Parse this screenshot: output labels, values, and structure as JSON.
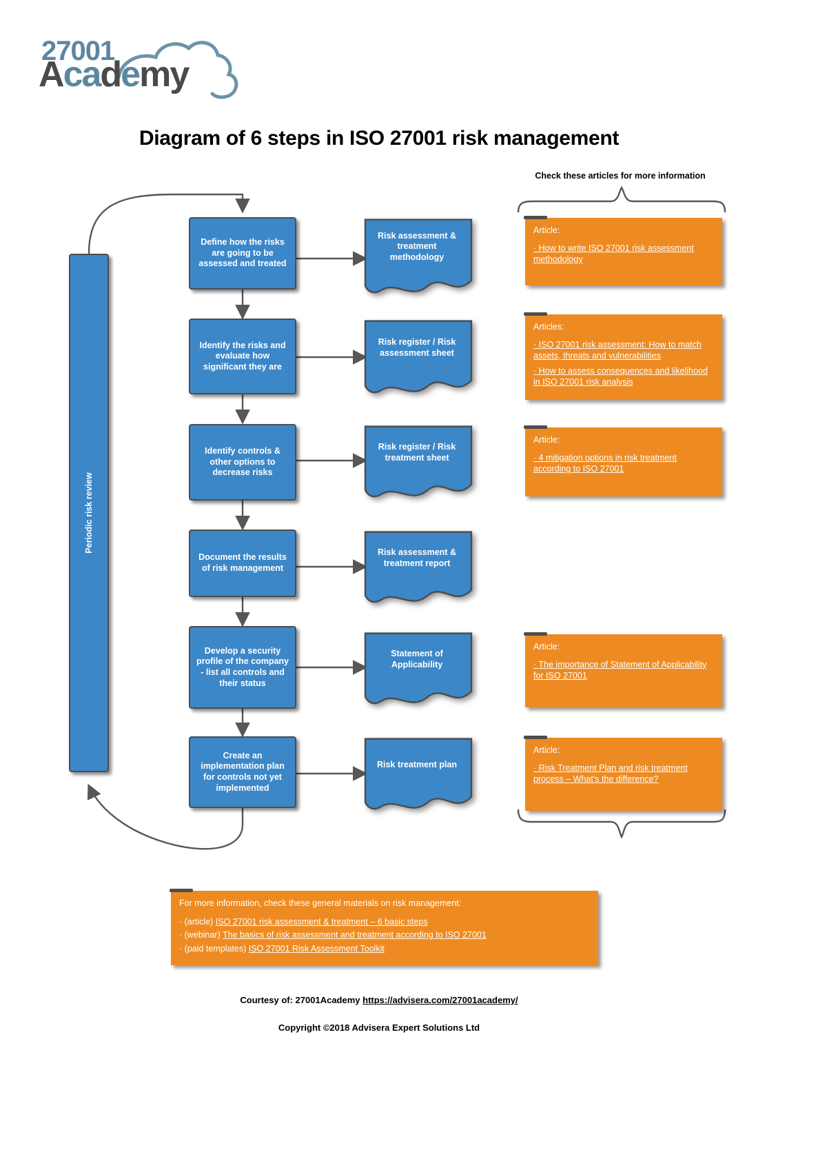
{
  "logo": {
    "top_text": "27001",
    "bottom_text": "Academy",
    "icon": "cloud-icon"
  },
  "title": "Diagram of 6 steps in ISO 27001 risk management",
  "articles_caption": "Check these articles for more information",
  "periodic_bar": {
    "label": "Periodic risk review"
  },
  "steps": [
    {
      "id": "step-1",
      "label": "Define how the risks are going to be assessed and treated"
    },
    {
      "id": "step-2",
      "label": "Identify the risks and evaluate how significant they are"
    },
    {
      "id": "step-3",
      "label": "Identify controls & other options to decrease risks"
    },
    {
      "id": "step-4",
      "label": "Document the results of risk management"
    },
    {
      "id": "step-5",
      "label": "Develop a security profile of the company - list all controls and their status"
    },
    {
      "id": "step-6",
      "label": "Create an implementation plan for controls not yet implemented"
    }
  ],
  "outputs": [
    {
      "id": "output-1",
      "label": "Risk assessment & treatment methodology"
    },
    {
      "id": "output-2",
      "label": "Risk register / Risk assessment sheet"
    },
    {
      "id": "output-3",
      "label": "Risk register / Risk treatment sheet"
    },
    {
      "id": "output-4",
      "label": "Risk assessment & treatment report"
    },
    {
      "id": "output-5",
      "label": "Statement of Applicability"
    },
    {
      "id": "output-6",
      "label": "Risk treatment plan"
    }
  ],
  "article_cards": [
    {
      "id": "article-card-1",
      "heading": "Article:",
      "links": [
        "· How to write ISO 27001 risk assessment methodology"
      ]
    },
    {
      "id": "article-card-2",
      "heading": "Articles:",
      "links": [
        "· ISO 27001 risk assessment: How to match assets, threats and vulnerabilities",
        "·  How to assess  consequences and likelihood in ISO 27001 risk analysis"
      ]
    },
    {
      "id": "article-card-3",
      "heading": "Article:",
      "links": [
        "· 4 mitigation options in risk treatment according to ISO 27001"
      ]
    },
    {
      "id": "article-card-4",
      "heading": "Article:",
      "links": [
        "· The importance of Statement of Applicability for ISO 27001"
      ]
    },
    {
      "id": "article-card-5",
      "heading": "Article:",
      "links": [
        "· Risk Treatment Plan and risk treatment process – What's the difference?"
      ]
    }
  ],
  "general_box": {
    "heading": "For more information, check these general materials on risk management:",
    "rows": [
      {
        "prefix": "· (article) ",
        "link": "ISO 27001 risk assessment & treatment – 6 basic steps"
      },
      {
        "prefix": "· (webinar) ",
        "link": "The basics of risk assessment and treatment according to ISO 27001"
      },
      {
        "prefix": "· (paid templates) ",
        "link": "ISO 27001 Risk Assessment Toolkit"
      }
    ]
  },
  "footer": {
    "courtesy_prefix": "Courtesy of: 27001Academy ",
    "courtesy_link": "https://advisera.com/27001academy/",
    "copyright": "Copyright ©2018 Advisera Expert Solutions Ltd"
  },
  "colors": {
    "process_blue": "#3c87c8",
    "article_orange": "#ED8B22",
    "border_gray": "#4d4d4d",
    "logo_blue": "#5b86a0",
    "logo_dark": "#4a4a4a"
  }
}
